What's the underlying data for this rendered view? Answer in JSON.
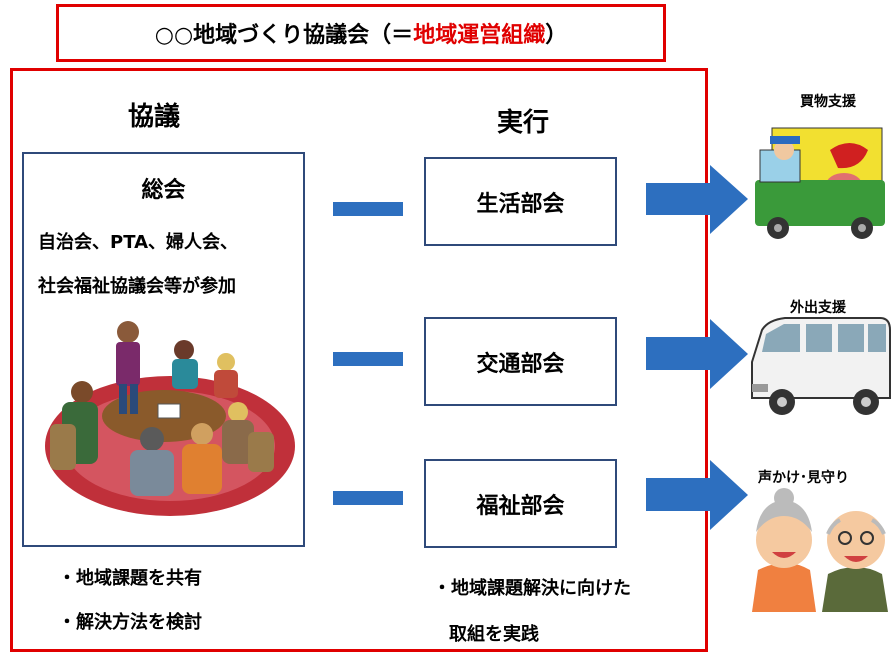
{
  "title": {
    "prefix": "○○地域づくり協議会（＝",
    "accent": "地域運営組織",
    "suffix": "）"
  },
  "columns": {
    "left_heading": "協議",
    "right_heading": "実行"
  },
  "assembly": {
    "title": "総会",
    "line1": "自治会、PTA、婦人会、",
    "line2": "社会福祉協議会等が参加"
  },
  "departments": [
    {
      "label": "生活部会",
      "support": "買物支援"
    },
    {
      "label": "交通部会",
      "support": "外出支援"
    },
    {
      "label": "福祉部会",
      "support": "声かけ･見守り"
    }
  ],
  "left_bullets": [
    "・地域課題を共有",
    "・解決方法を検討"
  ],
  "right_bullets": [
    "・地域課題解決に向けた",
    "取組を実践"
  ],
  "colors": {
    "frame_red": "#e00000",
    "box_border": "#2f4a7a",
    "arrow_blue": "#2d6fbf"
  },
  "icons": [
    "meeting-illustration",
    "delivery-truck-icon",
    "van-icon",
    "elderly-couple-icon"
  ]
}
